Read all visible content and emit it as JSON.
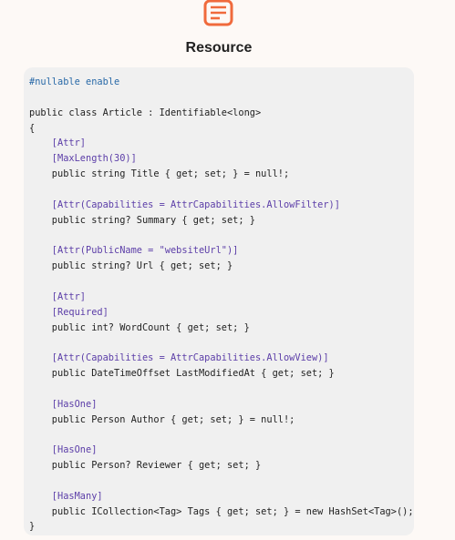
{
  "header": {
    "title": "Resource",
    "icon": "document-icon",
    "accent_color": "#f06a3c"
  },
  "code": {
    "lines": [
      "#nullable enable",
      "",
      "public class Article : Identifiable<long>",
      "{",
      "    [Attr]",
      "    [MaxLength(30)]",
      "    public string Title { get; set; } = null!;",
      "",
      "    [Attr(Capabilities = AttrCapabilities.AllowFilter)]",
      "    public string? Summary { get; set; }",
      "",
      "    [Attr(PublicName = \"websiteUrl\")]",
      "    public string? Url { get; set; }",
      "",
      "    [Attr]",
      "    [Required]",
      "    public int? WordCount { get; set; }",
      "",
      "    [Attr(Capabilities = AttrCapabilities.AllowView)]",
      "    public DateTimeOffset LastModifiedAt { get; set; }",
      "",
      "    [HasOne]",
      "    public Person Author { get; set; } = null!;",
      "",
      "    [HasOne]",
      "    public Person? Reviewer { get; set; }",
      "",
      "    [HasMany]",
      "    public ICollection<Tag> Tags { get; set; } = new HashSet<Tag>();",
      "}"
    ]
  }
}
